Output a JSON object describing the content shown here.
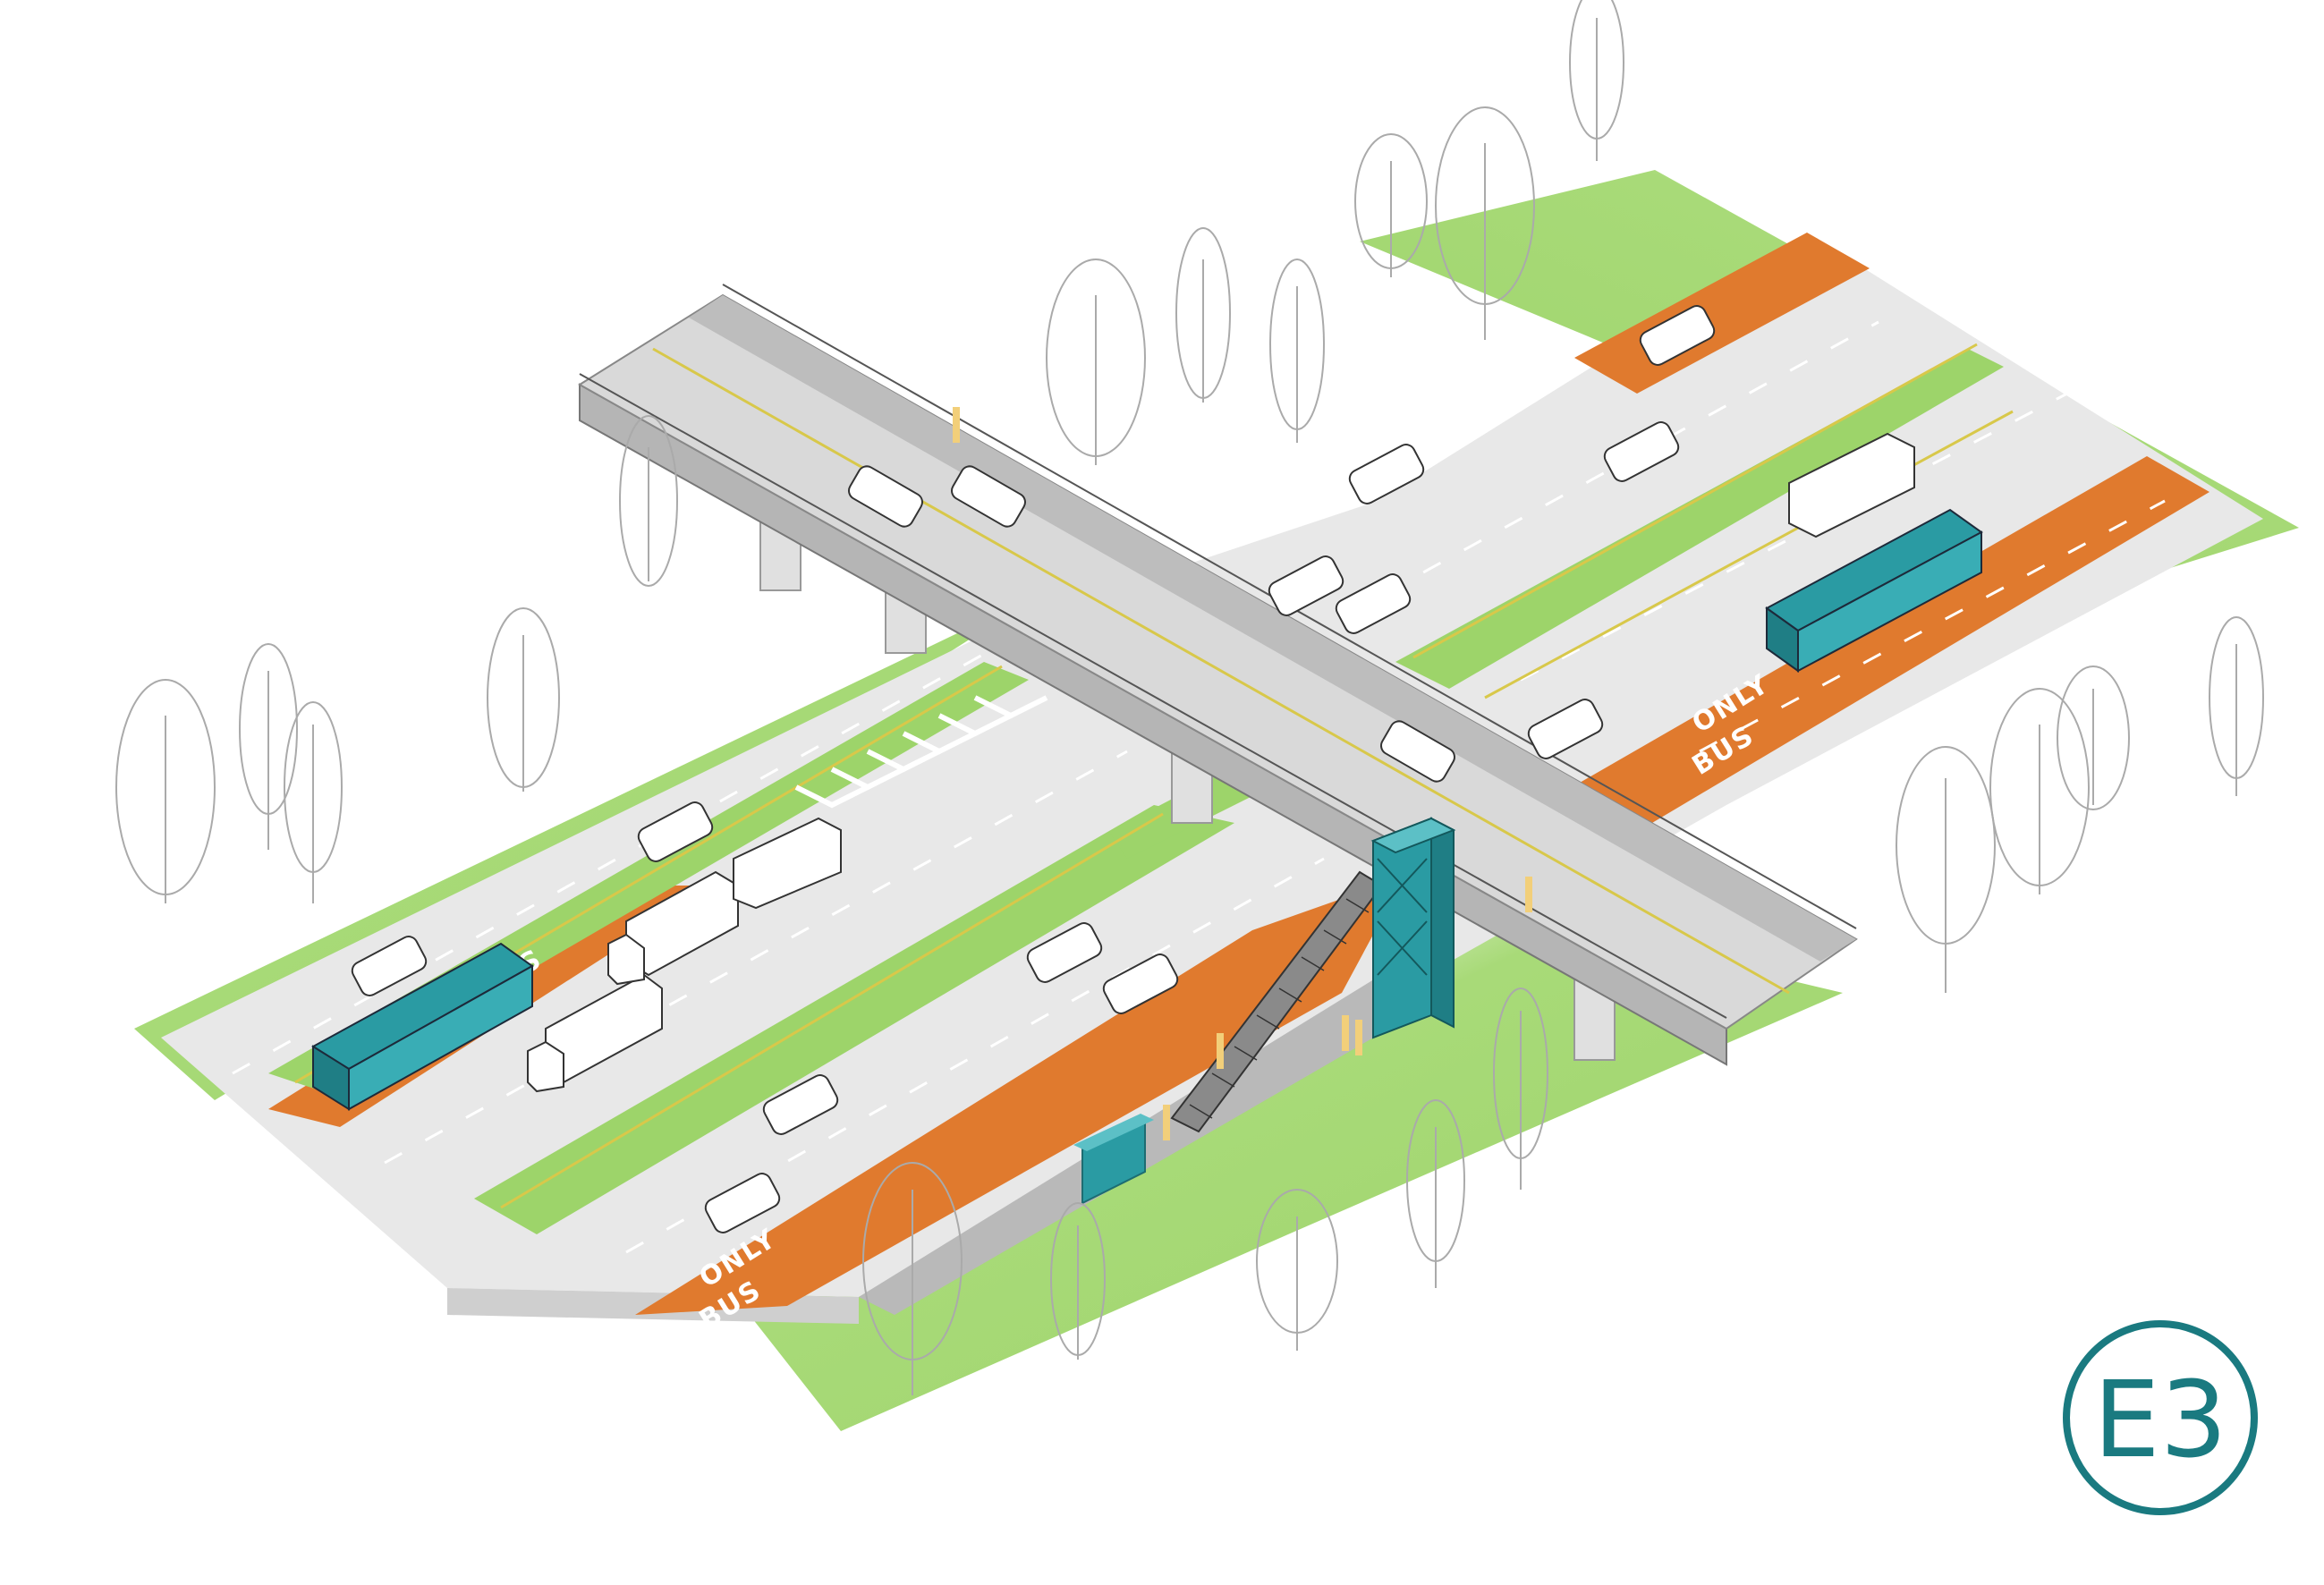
{
  "lane_markings": {
    "near_line1": "ONLY",
    "near_line2": "BUS",
    "far_line1": "ONLY",
    "far_line2": "BUS",
    "left_partial": "SUB"
  },
  "badge": {
    "label": "E3"
  },
  "colors": {
    "bus_lane": "#e07a2e",
    "median_green": "#9dd46a",
    "road": "#e6e6e6",
    "overpass_top": "#d4d4d4",
    "overpass_side": "#b5b5b5",
    "teal": "#2a9ba3",
    "badge": "#1a7a80",
    "pedestrian": "#f2cf7a",
    "lane_yellow": "#d8c84a"
  }
}
